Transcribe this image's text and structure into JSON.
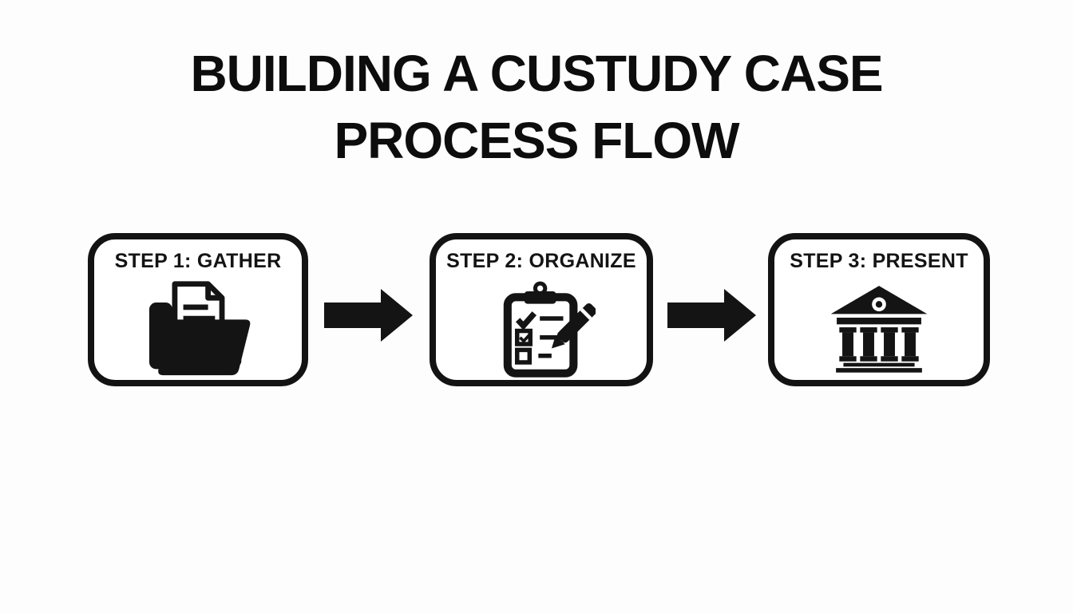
{
  "title": {
    "line1": "BUILDING A CUSTUDY CASE",
    "line2": "PROCESS FLOW"
  },
  "steps": [
    {
      "label": "STEP 1: GATHER",
      "icon": "folder-with-documents"
    },
    {
      "label": "STEP 2: ORGANIZE",
      "icon": "clipboard-checklist-with-pen"
    },
    {
      "label": "STEP 3: PRESENT",
      "icon": "courthouse-building"
    }
  ],
  "connectors": [
    {
      "icon": "right-arrow"
    },
    {
      "icon": "right-arrow"
    }
  ],
  "colors": {
    "ink": "#141414",
    "background": "#fdfdfd",
    "box_fill": "#ffffff",
    "box_border": "#131313"
  }
}
